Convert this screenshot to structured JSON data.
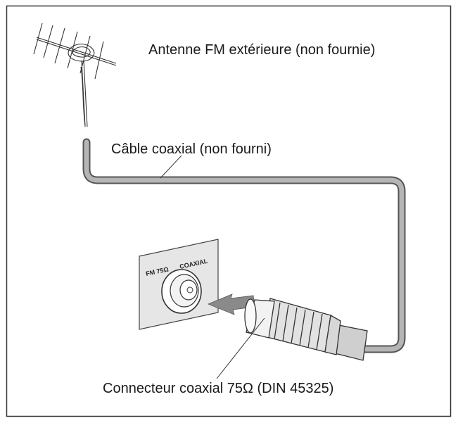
{
  "labels": {
    "antenna": "Antenne FM extérieure (non fournie)",
    "cable": "Câble coaxial (non fourni)",
    "connector": "Connecteur coaxial 75Ω (DIN 45325)"
  },
  "panel": {
    "fm": "FM 75Ω",
    "coaxial": "COAXIAL"
  },
  "colors": {
    "frame": "#333333",
    "cable": "#7a7a7a",
    "arrow": "#8a8a8a",
    "panel": "#e6e6e6"
  },
  "icons": [
    "antenna-icon",
    "coaxial-cable",
    "jack-panel",
    "insert-arrow",
    "coaxial-plug"
  ]
}
